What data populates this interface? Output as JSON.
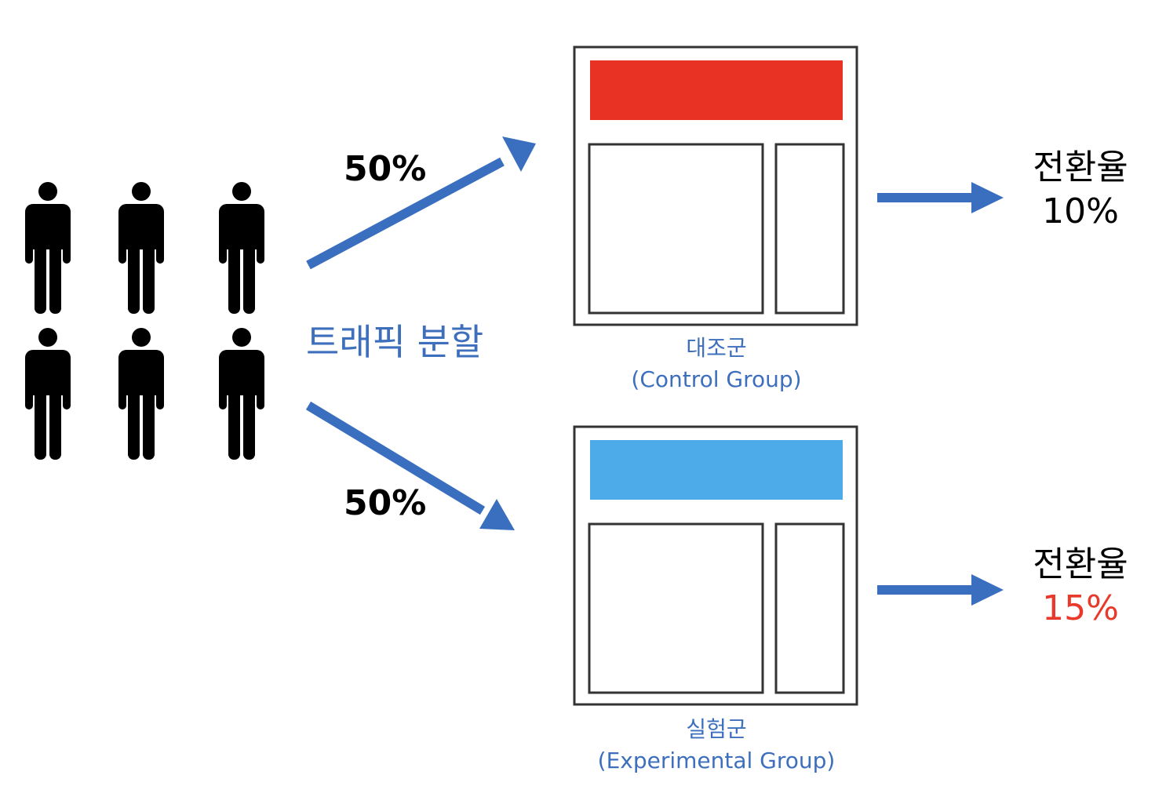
{
  "traffic": {
    "label": "트래픽 분할",
    "users_icon_count": 6,
    "icon": "person-icon"
  },
  "split": {
    "top_percent": "50%",
    "bottom_percent": "50%"
  },
  "groups": {
    "control": {
      "name_ko": "대조군",
      "name_en": "(Control Group)",
      "header_color": "#e83324",
      "rate_label": "전환율",
      "rate_value": "10%"
    },
    "experimental": {
      "name_ko": "실험군",
      "name_en": "(Experimental Group)",
      "header_color": "#4eabe9",
      "rate_label": "전환율",
      "rate_value": "15%",
      "rate_value_color": "#e8392a"
    }
  },
  "colors": {
    "arrow": "#3a6fbf",
    "label_blue": "#3d6fbd",
    "frame": "#333333"
  }
}
